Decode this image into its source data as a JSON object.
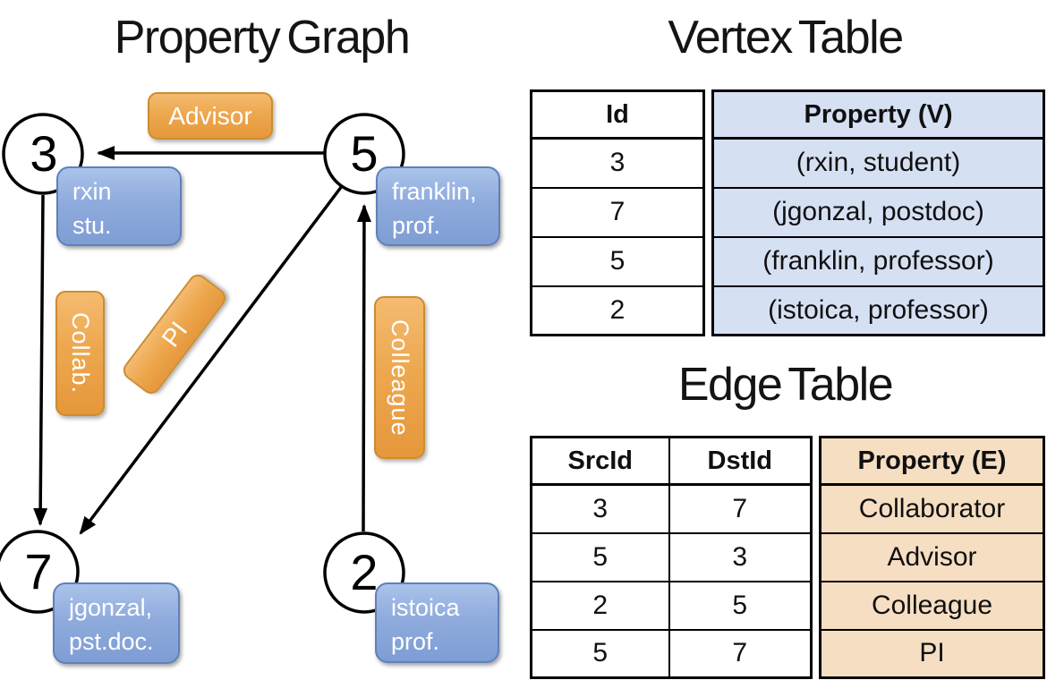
{
  "graph": {
    "title": "Property Graph",
    "nodes": [
      {
        "id": "3",
        "label": [
          "rxin",
          "stu."
        ]
      },
      {
        "id": "5",
        "label": [
          "franklin,",
          "prof."
        ]
      },
      {
        "id": "7",
        "label": [
          "jgonzal,",
          "pst.doc."
        ]
      },
      {
        "id": "2",
        "label": [
          "istoica",
          "prof."
        ]
      }
    ],
    "edge_labels": {
      "advisor": "Advisor",
      "collab": "Collab.",
      "pi": "PI",
      "colleague": "Colleague"
    }
  },
  "vertex_table": {
    "title": "Vertex Table",
    "columns": [
      "Id",
      "Property (V)"
    ],
    "rows": [
      [
        "3",
        "(rxin, student)"
      ],
      [
        "7",
        "(jgonzal, postdoc)"
      ],
      [
        "5",
        "(franklin, professor)"
      ],
      [
        "2",
        "(istoica, professor)"
      ]
    ]
  },
  "edge_table": {
    "title": "Edge Table",
    "columns": [
      "SrcId",
      "DstId",
      "Property (E)"
    ],
    "rows": [
      [
        "3",
        "7",
        "Collaborator"
      ],
      [
        "5",
        "3",
        "Advisor"
      ],
      [
        "2",
        "5",
        "Colleague"
      ],
      [
        "5",
        "7",
        "PI"
      ]
    ]
  },
  "colors": {
    "edge_label_fill_top": "#F4BB70",
    "edge_label_fill_bottom": "#E6973B",
    "edge_label_border": "#CD8C30",
    "node_label_fill_top": "#AAC3EA",
    "node_label_fill_bottom": "#7E9DD3",
    "node_label_border": "#6080BA",
    "vertex_property_fill": "#D6E0F3",
    "edge_property_fill": "#F5DEC2",
    "line_color": "#000000"
  }
}
